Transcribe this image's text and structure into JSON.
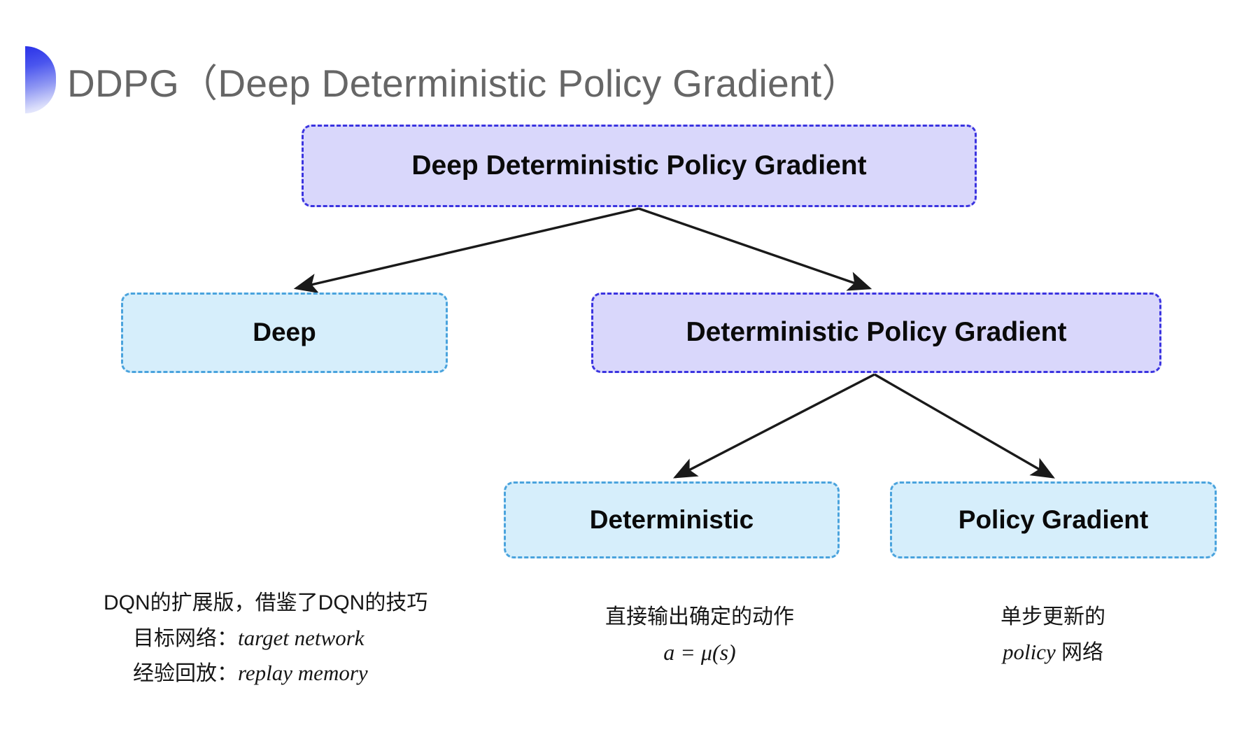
{
  "slide": {
    "title": "DDPG（Deep Deterministic Policy Gradient）",
    "background_color": "#ffffff"
  },
  "colors": {
    "title_text": "#666666",
    "bullet_gradient_start": "#2a32e8",
    "bullet_gradient_end": "#f3f4fe",
    "purple_fill": "#d9d7fb",
    "purple_border": "#3b34e0",
    "blue_fill": "#d6eefb",
    "blue_border": "#4aa3dd",
    "arrow": "#1a1a1a",
    "body_text": "#161616"
  },
  "diagram": {
    "type": "tree",
    "nodes": [
      {
        "id": "root",
        "label": "Deep Deterministic Policy Gradient",
        "style": "purple"
      },
      {
        "id": "deep",
        "label": "Deep",
        "style": "blue"
      },
      {
        "id": "dpg",
        "label": "Deterministic Policy Gradient",
        "style": "purple"
      },
      {
        "id": "det",
        "label": "Deterministic",
        "style": "blue"
      },
      {
        "id": "pg",
        "label": "Policy Gradient",
        "style": "blue"
      }
    ],
    "edges": [
      {
        "from": "root",
        "to": "deep"
      },
      {
        "from": "root",
        "to": "dpg"
      },
      {
        "from": "dpg",
        "to": "det"
      },
      {
        "from": "dpg",
        "to": "pg"
      }
    ]
  },
  "annotations": {
    "deep": {
      "line1": "DQN的扩展版，借鉴了DQN的技巧",
      "line2_label": "目标网络：",
      "line2_term": "target network",
      "line3_label": "经验回放：",
      "line3_term": "replay memory"
    },
    "deterministic": {
      "line1": "直接输出确定的动作",
      "formula": "a = μ(s)"
    },
    "policy_gradient": {
      "line1": "单步更新的",
      "line2_term": "policy",
      "line2_suffix": "网络"
    }
  },
  "icons": {
    "title_bullet": "half-circle-gradient-icon"
  }
}
